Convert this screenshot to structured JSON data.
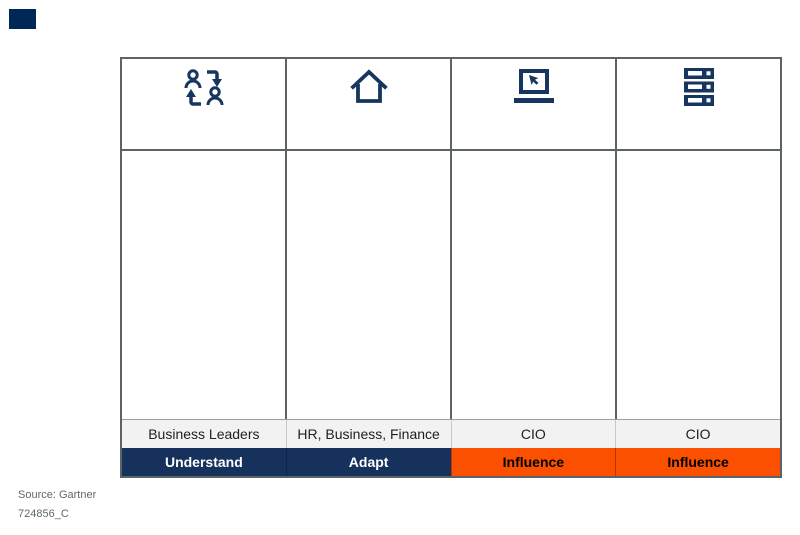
{
  "brand_block": {
    "color": "#002856"
  },
  "table": {
    "colors": {
      "navy": "#16325c",
      "orange": "#fa5000",
      "icon": "#16365f",
      "label_bg": "#f2f2f2",
      "grid": "#5b6366"
    },
    "columns": [
      {
        "icon": "people-exchange-icon",
        "audience": "Business Leaders",
        "action": "Understand",
        "action_style": "navy"
      },
      {
        "icon": "home-icon",
        "audience": "HR, Business, Finance",
        "action": "Adapt",
        "action_style": "navy"
      },
      {
        "icon": "laptop-cursor-icon",
        "audience": "CIO",
        "action": "Influence",
        "action_style": "orange"
      },
      {
        "icon": "server-stack-icon",
        "audience": "CIO",
        "action": "Influence",
        "action_style": "orange"
      }
    ]
  },
  "source": {
    "line1": "Source: Gartner",
    "line2": "724856_C"
  }
}
